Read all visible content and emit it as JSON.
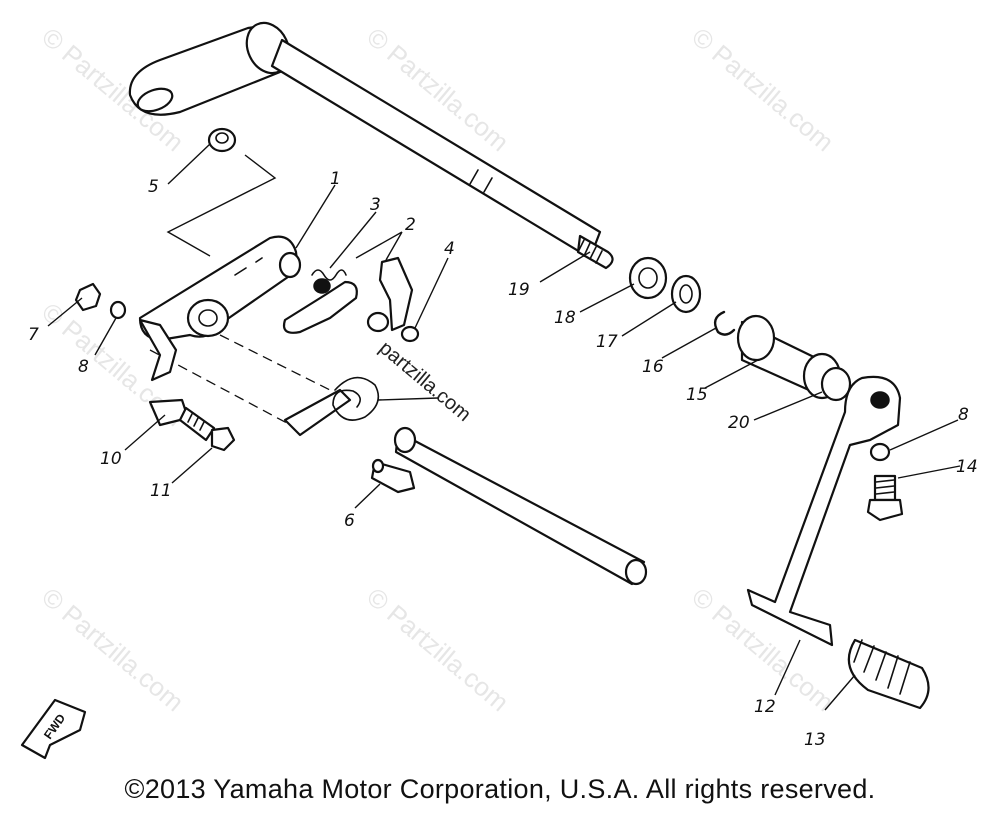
{
  "watermark": "© Partzilla.com",
  "watermark_center": "partzilla.com",
  "fwd_label": "FWD",
  "copyright": "©2013 Yamaha Motor Corporation, U.S.A. All rights reserved.",
  "callouts": {
    "c1": "1",
    "c2": "2",
    "c3": "3",
    "c4": "4",
    "c5": "5",
    "c6": "6",
    "c7": "7",
    "c8a": "8",
    "c8b": "8",
    "c10": "10",
    "c11": "11",
    "c12": "12",
    "c13": "13",
    "c14": "14",
    "c15": "15",
    "c16": "16",
    "c17": "17",
    "c18": "18",
    "c19": "19",
    "c20": "20"
  }
}
